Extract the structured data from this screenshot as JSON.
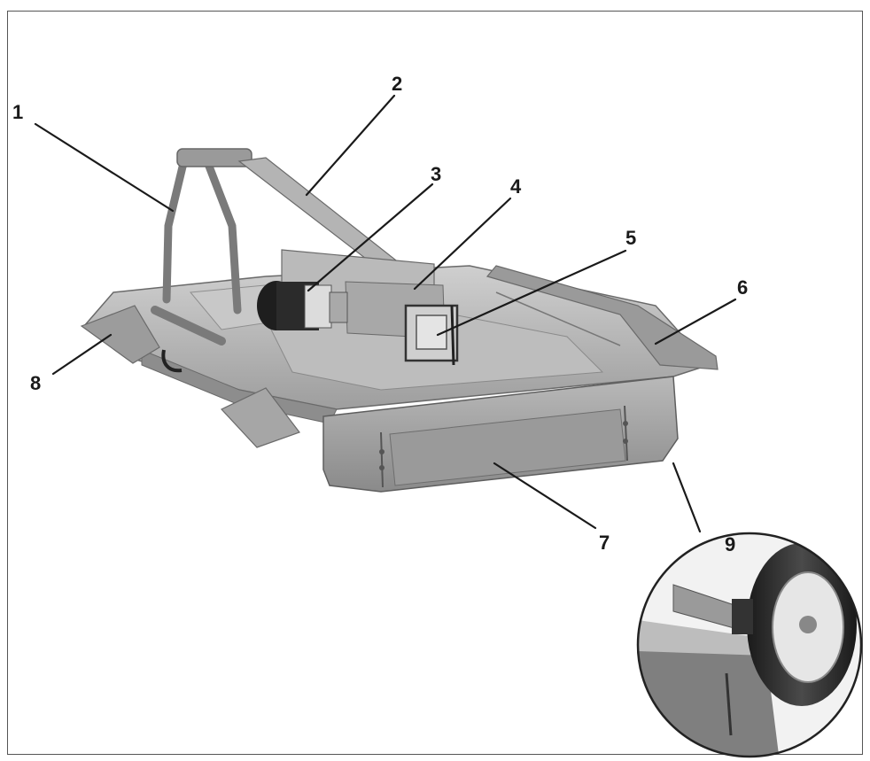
{
  "callouts": [
    {
      "id": "1",
      "label": "1"
    },
    {
      "id": "2",
      "label": "2"
    },
    {
      "id": "3",
      "label": "3"
    },
    {
      "id": "4",
      "label": "4"
    },
    {
      "id": "5",
      "label": "5"
    },
    {
      "id": "6",
      "label": "6"
    },
    {
      "id": "7",
      "label": "7"
    },
    {
      "id": "8",
      "label": "8"
    },
    {
      "id": "9",
      "label": "9"
    }
  ],
  "colors": {
    "deck": "#a7a7a7",
    "deck_light": "#c4c4c4",
    "deck_dark": "#7d7d7d",
    "metal_edge": "#5e5e5e",
    "motor": "#1e1e1e",
    "tire": "#262626",
    "rim": "#e6e6e6",
    "text": "#1a1a1a"
  }
}
